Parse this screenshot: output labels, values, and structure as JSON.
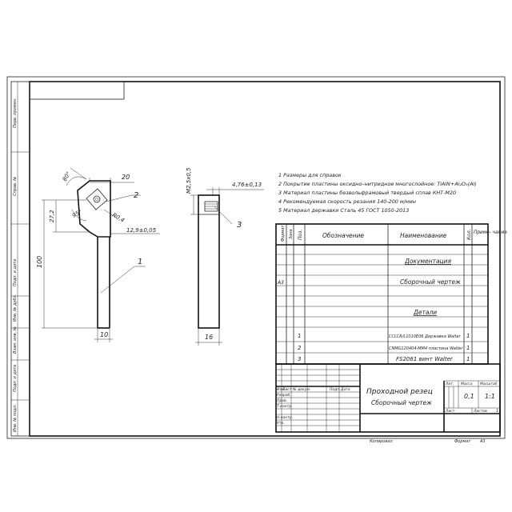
{
  "notes": [
    "1 Размеры для справок",
    "2 Покрытие пластины оксидно–нитридное многослойное: TiAlN+Al₂O₃(Al)",
    "3 Материал пластины безвольфрамовый твердый сплав КНТ-М20",
    "4 Рекомендуемая скорость резания 140-200 м/мин",
    "5 Материал державки Сталь 45 ГОСТ 1050-2013"
  ],
  "front_view": {
    "angle_top": "80°",
    "angle_side": "95°",
    "radius": "R0,4",
    "dim_top": "20",
    "dim_height_small": "27,2",
    "dim_offset": "12,9±0,05",
    "dim_length": "100",
    "dim_width": "10",
    "leader_1": "1",
    "leader_2": "2"
  },
  "side_view": {
    "dim_thread": "M2,5х0,5",
    "dim_thickness": "4,76±0,13",
    "dim_width": "16",
    "leader_3": "3"
  },
  "spec": {
    "headers": {
      "format": "Формат",
      "zone": "Зона",
      "pos": "Поз.",
      "designation": "Обозначение",
      "name": "Наименование",
      "qty": "Кол.",
      "note": "Приме- чание"
    },
    "section_docs": "Документация",
    "doc_format": "А3",
    "doc_name": "Сборочный чертеж",
    "section_parts": "Детали",
    "rows": [
      {
        "pos": "1",
        "name": "CCLCR/L1010E06 Державка Walter",
        "qty": "1"
      },
      {
        "pos": "2",
        "name": "CNMG120404-MM4 пластина Walter",
        "qty": "1"
      },
      {
        "pos": "3",
        "name": "FS2061 винт Walter",
        "qty": "1"
      }
    ]
  },
  "title_block": {
    "title": "Проходной резец",
    "subtitle": "Сборочный чертеж",
    "col_izm": "Изм.",
    "col_list": "Лист",
    "col_doc": "№ докум.",
    "col_sign": "Подп.",
    "col_date": "Дата",
    "row_razrab": "Разраб.",
    "row_prov": "Пров.",
    "row_tkontr": "Т.контр.",
    "row_nkontr": "Н.контр.",
    "row_utv": "Утв.",
    "lit_label": "Лит.",
    "mass_label": "Масса",
    "scale_label": "Масштаб",
    "mass": "0,1",
    "scale": "1:1",
    "sheet_label": "Лист",
    "sheets_label": "Листов",
    "sheets": "1",
    "copied": "Копировал",
    "format_label": "Формат",
    "format": "А3"
  },
  "side_strip": {
    "perv_primen": "Перв. примен.",
    "sprav": "Справ. №",
    "podp_date1": "Подп. и дата",
    "inv_dubl": "Инв. № дубл.",
    "vzam_inv": "Взам. инв. №",
    "podp_date2": "Подп. и дата",
    "inv_podl": "Инв. № подл."
  }
}
